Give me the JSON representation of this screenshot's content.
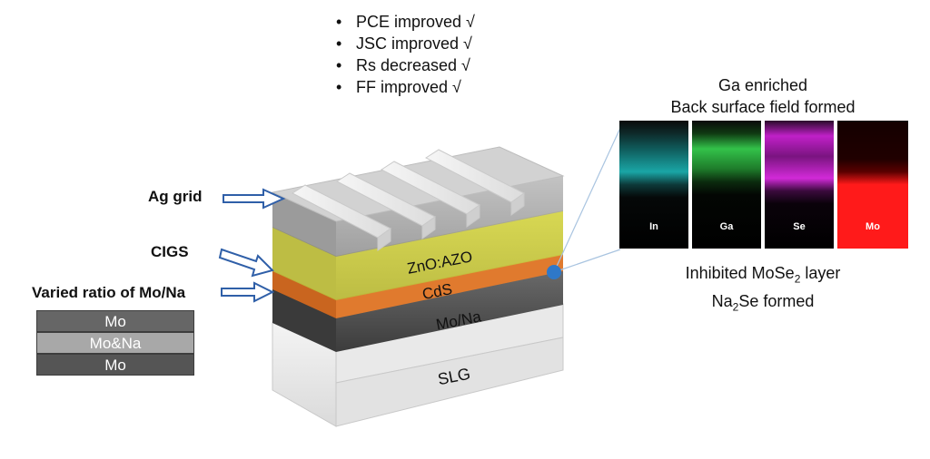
{
  "results": [
    "PCE improved √",
    "JSC improved √",
    "Rs decreased √",
    "FF improved √"
  ],
  "labels": {
    "ag_grid": "Ag grid",
    "cigs": "CIGS",
    "mo_na_ratio": "Varied ratio of Mo/Na"
  },
  "back_contact_stack": [
    "Mo",
    "Mo&Na",
    "Mo"
  ],
  "device_layers": {
    "zno": "ZnO:AZO",
    "cds": "CdS",
    "mona": "Mo/Na",
    "slg": "SLG"
  },
  "mapping_header": [
    "Ga enriched",
    "Back surface field formed"
  ],
  "mapping_elements": [
    "In",
    "Ga",
    "Se",
    "Mo"
  ],
  "mapping_footer": {
    "line1_prefix": "Inhibited MoSe",
    "line1_sub": "2",
    "line1_suffix": " layer",
    "line2_prefix": "Na",
    "line2_sub": "2",
    "line2_suffix": "Se formed"
  },
  "colors": {
    "in_map": "#1aa6a6",
    "ga_map": "#33c24a",
    "se_map": "#c020c8",
    "mo_map": "#ff1a1a",
    "cds": "#e07a2e",
    "zno": "#d8d84a",
    "arrow": "#2f5fa8",
    "dot": "#2f78c8"
  }
}
